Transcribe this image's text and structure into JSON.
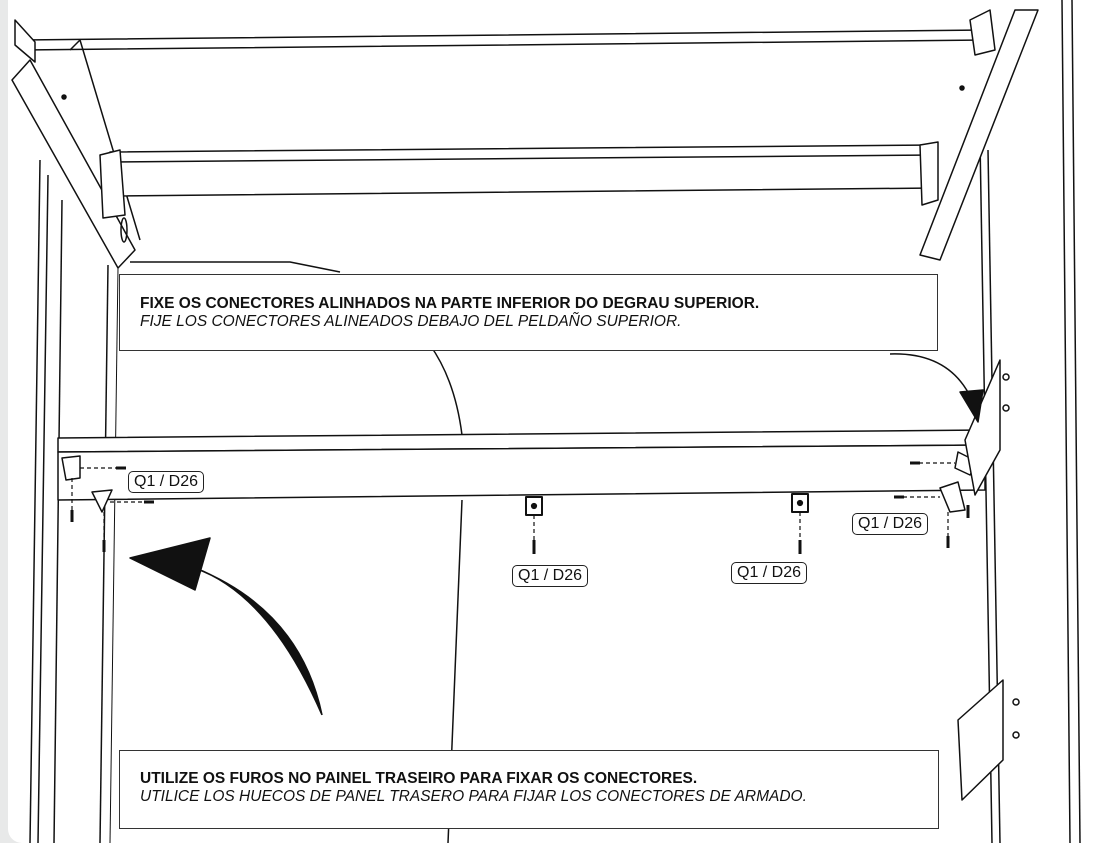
{
  "instructions": {
    "top": {
      "pt": "FIXE OS CONECTORES ALINHADOS NA PARTE INFERIOR DO DEGRAU SUPERIOR.",
      "es": "FIJE LOS CONECTORES ALINEADOS DEBAJO DEL PELDAÑO SUPERIOR."
    },
    "bottom": {
      "pt": "UTILIZE OS FUROS NO PAINEL TRASEIRO PARA FIXAR OS CONECTORES.",
      "es": "UTILICE LOS HUECOS DE PANEL TRASERO PARA FIJAR LOS CONECTORES DE ARMADO."
    }
  },
  "part_labels": [
    "Q1 / D26",
    "Q1 / D26",
    "Q1 / D26",
    "Q1 / D26"
  ],
  "colors": {
    "line": "#111111",
    "background": "#ffffff",
    "frame": "#e8e9e9"
  }
}
